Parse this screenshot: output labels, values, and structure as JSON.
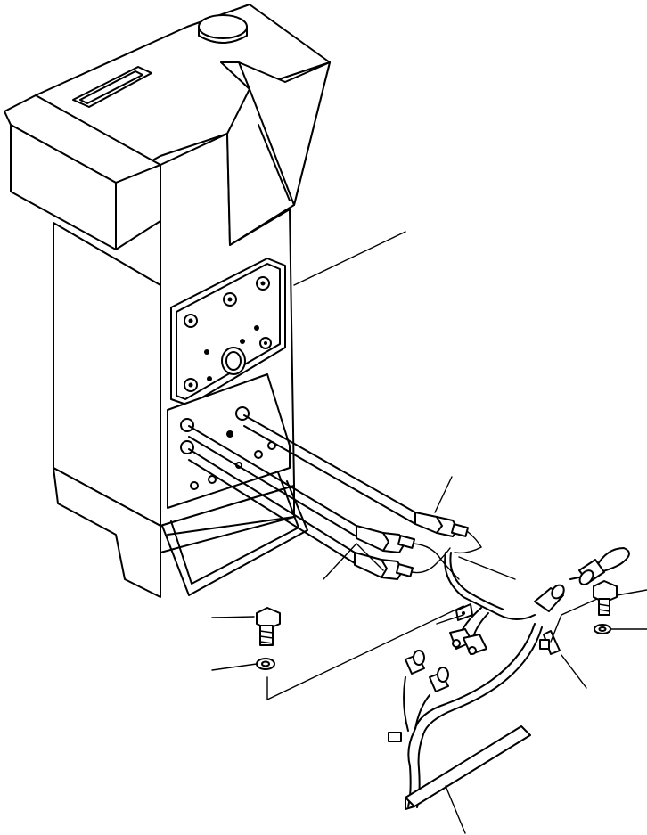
{
  "figure": {
    "type": "exploded-parts-illustration",
    "background": "#ffffff",
    "stroke_color": "#000000",
    "parts": [
      {
        "id": "tank",
        "icon": "hydraulic-tank-icon"
      },
      {
        "id": "mounting-plate",
        "icon": "flange-plate-icon"
      },
      {
        "id": "sensor-pair",
        "icon": "pressure-sensor-icon"
      },
      {
        "id": "sensor-single",
        "icon": "pressure-sensor-icon"
      },
      {
        "id": "connector",
        "icon": "wire-connector-icon"
      },
      {
        "id": "clamp",
        "icon": "wire-clamp-icon"
      },
      {
        "id": "bracket",
        "icon": "bracket-icon"
      },
      {
        "id": "bolt-left",
        "icon": "bolt-icon"
      },
      {
        "id": "washer-left",
        "icon": "washer-icon"
      },
      {
        "id": "bolt-right",
        "icon": "bolt-icon"
      },
      {
        "id": "washer-right",
        "icon": "washer-icon"
      },
      {
        "id": "wiring-harness",
        "icon": "wiring-harness-icon"
      }
    ]
  }
}
